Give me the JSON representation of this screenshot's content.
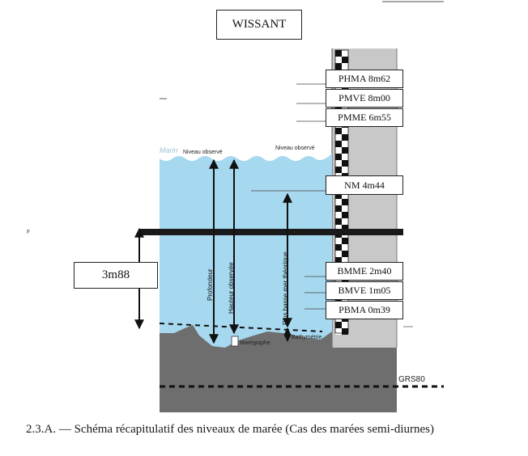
{
  "title": "WISSANT",
  "offset_label": "3m88",
  "levels": [
    {
      "label": "PHMA 8m62"
    },
    {
      "label": "PMVE 8m00"
    },
    {
      "label": "PMME 6m55"
    },
    {
      "label": "NM 4m44"
    },
    {
      "label": "BMME 2m40"
    },
    {
      "label": "BMVE  1m05"
    },
    {
      "label": "PBMA 0m39"
    }
  ],
  "labels": {
    "observed_level_left": "Niveau observé",
    "observed_level_right": "Niveau observé",
    "depth": "Profondeur",
    "observed_height": "Hauteur observée",
    "lowest_theoretical": "Plus basse mer théorique",
    "bathymetry": "Bathymétrie",
    "tide_gauge": "Marégraphe",
    "grs80": "GRS80",
    "watermark": "Marin",
    "side_mark": "F"
  },
  "caption": "2.3.A. — Schéma récapitulatif des niveaux de marée (Cas des marées semi-diurnes)",
  "colors": {
    "water": "#a6d8ef",
    "seabed": "#6e6e6e",
    "wall": "#c8c8c8",
    "band": "#1a1a1a"
  }
}
